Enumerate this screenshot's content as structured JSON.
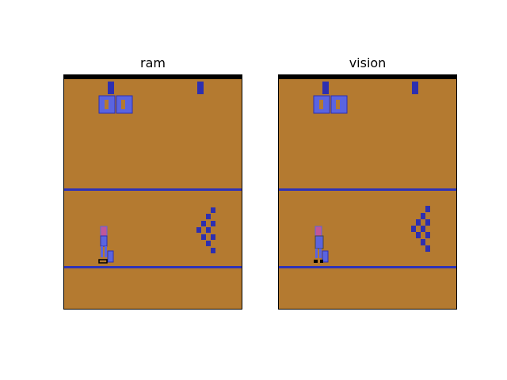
{
  "figure": {
    "panels": [
      {
        "id": "ram",
        "title": "ram"
      },
      {
        "id": "vision",
        "title": "vision"
      }
    ]
  },
  "colors": {
    "lane": "#b47a30",
    "top_bar": "#000000",
    "lane_line": "#2d32b8",
    "object": "#2d2fb0",
    "score_box_fill": "#5a64e0",
    "score_box_inner": "#b47a30",
    "player_head": "#c0569a",
    "player_body": "#5a64e0",
    "ball_outline": "#000000"
  }
}
